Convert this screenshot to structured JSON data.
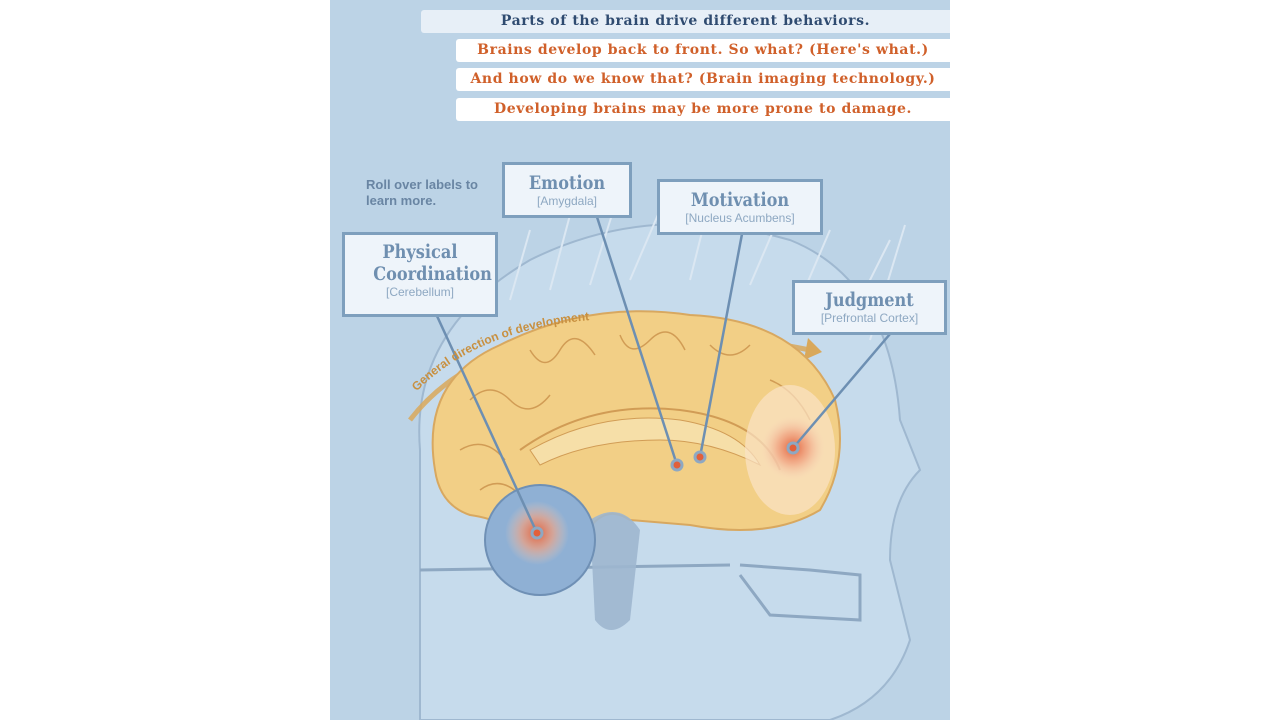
{
  "nav": {
    "items": [
      {
        "label": "Parts of the brain drive different behaviors."
      },
      {
        "label": "Brains develop back to front. So what? (Here's what.)"
      },
      {
        "label": "And how do we know that? (Brain imaging technology.)"
      },
      {
        "label": "Developing brains may be more prone to damage."
      }
    ]
  },
  "instruction": "Roll over labels to learn more.",
  "arrow_label": "General direction of development",
  "labels": [
    {
      "title": "Emotion",
      "region": "[Amygdala]"
    },
    {
      "title": "Motivation",
      "region": "[Nucleus Acumbens]"
    },
    {
      "title": "Physical Coordination",
      "region": "[Cerebellum]"
    },
    {
      "title": "Judgment",
      "region": "[Prefrontal Cortex]"
    }
  ],
  "colors": {
    "background": "#bcd3e6",
    "active_nav_text": "#2f4b70",
    "nav_text": "#d0602a",
    "brain": "#f2cf86",
    "hotspot": "#e2603a"
  }
}
